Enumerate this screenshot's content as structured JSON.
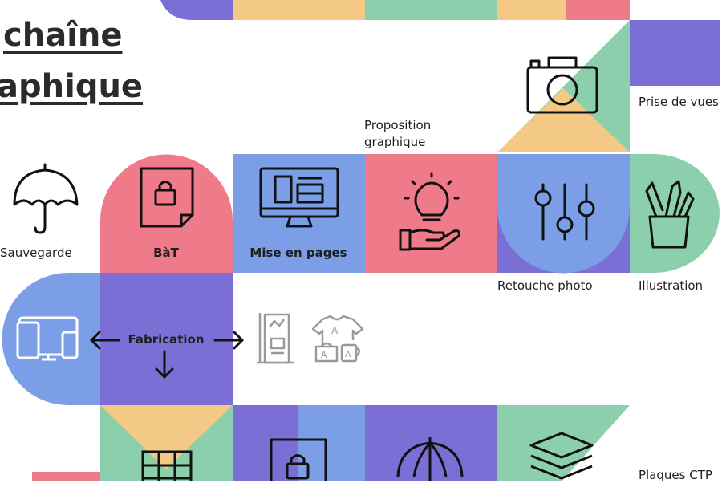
{
  "title": {
    "line1": "chaîne",
    "line2": "aphique"
  },
  "colors": {
    "purple": "#7b6fd6",
    "blue": "#7b9ee6",
    "pink": "#ef7a8a",
    "green": "#8ccfac",
    "yellow": "#f4c985",
    "gray": "#9a9a9a",
    "ink": "#111111"
  },
  "labels": {
    "sauvegarde": "Sauvegarde",
    "bat": "BàT",
    "mise_en_pages": "Mise en pages",
    "proposition_line1": "Proposition",
    "proposition_line2": "graphique",
    "retouche": "Retouche photo",
    "illustration": "Illustration",
    "prise_de_vues": "Prise de vues",
    "fabrication": "Fabrication",
    "plaques": "Plaques CTP"
  },
  "icons": [
    "umbrella-icon",
    "locked-document-icon",
    "monitor-layout-icon",
    "lightbulb-hand-icon",
    "sliders-icon",
    "pencil-cup-icon",
    "camera-icon",
    "devices-icon",
    "rollup-banner-icon",
    "merchandise-icon",
    "layers-icon",
    "printer-icon"
  ]
}
